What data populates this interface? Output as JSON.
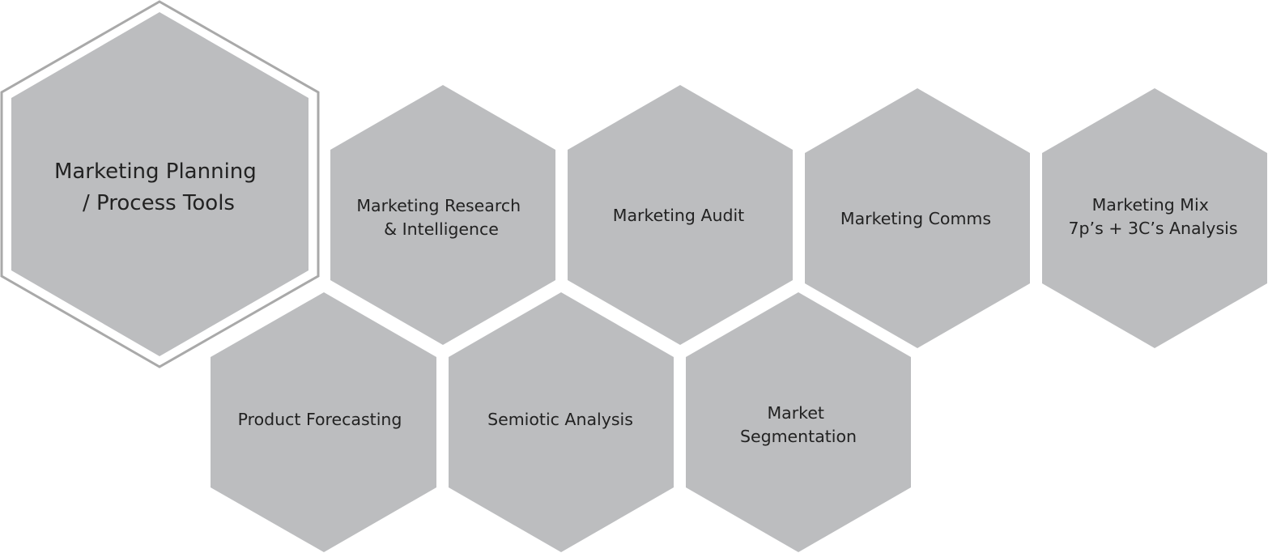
{
  "colors": {
    "hex_fill": "#bcbdbf",
    "outline": "#a9a9a9",
    "text": "#222222",
    "background": "#ffffff"
  },
  "hexes": [
    {
      "id": "marketing-planning",
      "lines": [
        "Marketing Planning",
        "/ Process Tools"
      ],
      "primary": true
    },
    {
      "id": "marketing-research",
      "lines": [
        "Marketing Research",
        "& Intelligence"
      ],
      "primary": false
    },
    {
      "id": "marketing-audit",
      "lines": [
        "Marketing Audit"
      ],
      "primary": false
    },
    {
      "id": "marketing-comms",
      "lines": [
        "Marketing Comms"
      ],
      "primary": false
    },
    {
      "id": "marketing-mix",
      "lines": [
        "Marketing Mix",
        "7p’s + 3C’s Analysis"
      ],
      "primary": false
    },
    {
      "id": "product-forecasting",
      "lines": [
        "Product Forecasting"
      ],
      "primary": false
    },
    {
      "id": "semiotic-analysis",
      "lines": [
        "Semiotic Analysis"
      ],
      "primary": false
    },
    {
      "id": "market-segmentation",
      "lines": [
        "Market",
        "Segmentation"
      ],
      "primary": false
    }
  ]
}
